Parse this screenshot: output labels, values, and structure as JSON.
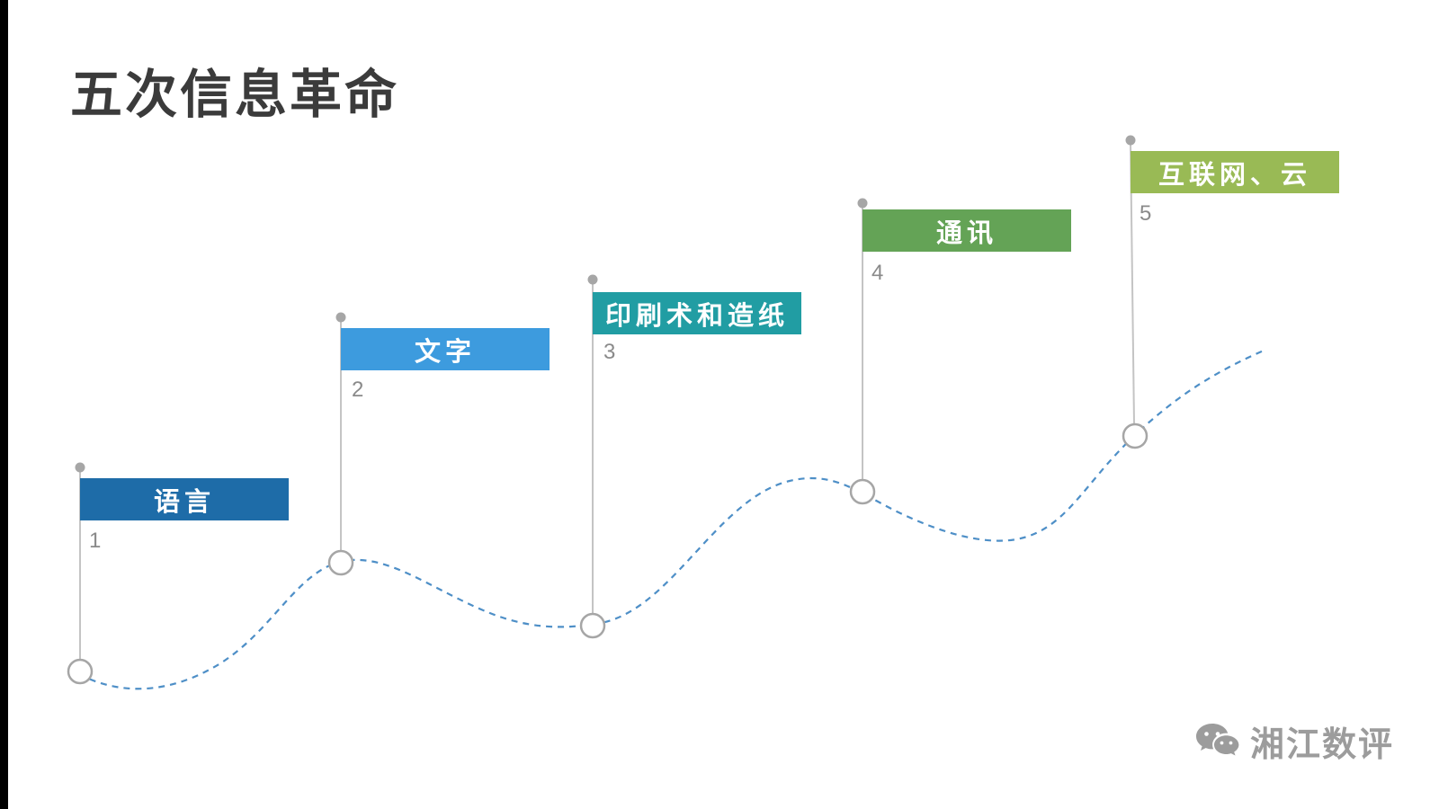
{
  "page": {
    "title": "五次信息革命"
  },
  "milestones": [
    {
      "label": "语言",
      "number": "1",
      "color": "#1E6CA8"
    },
    {
      "label": "文字",
      "number": "2",
      "color": "#3D9BDE"
    },
    {
      "label": "印刷术和造纸",
      "number": "3",
      "color": "#219DA3"
    },
    {
      "label": "通讯",
      "number": "4",
      "color": "#64A356"
    },
    {
      "label": "互联网、云",
      "number": "5",
      "color": "#99BA55"
    }
  ],
  "curve": {
    "color": "#4E8FC7",
    "style": "dashed"
  },
  "watermark": {
    "text": "湘江数评",
    "icon": "wechat-icon"
  }
}
